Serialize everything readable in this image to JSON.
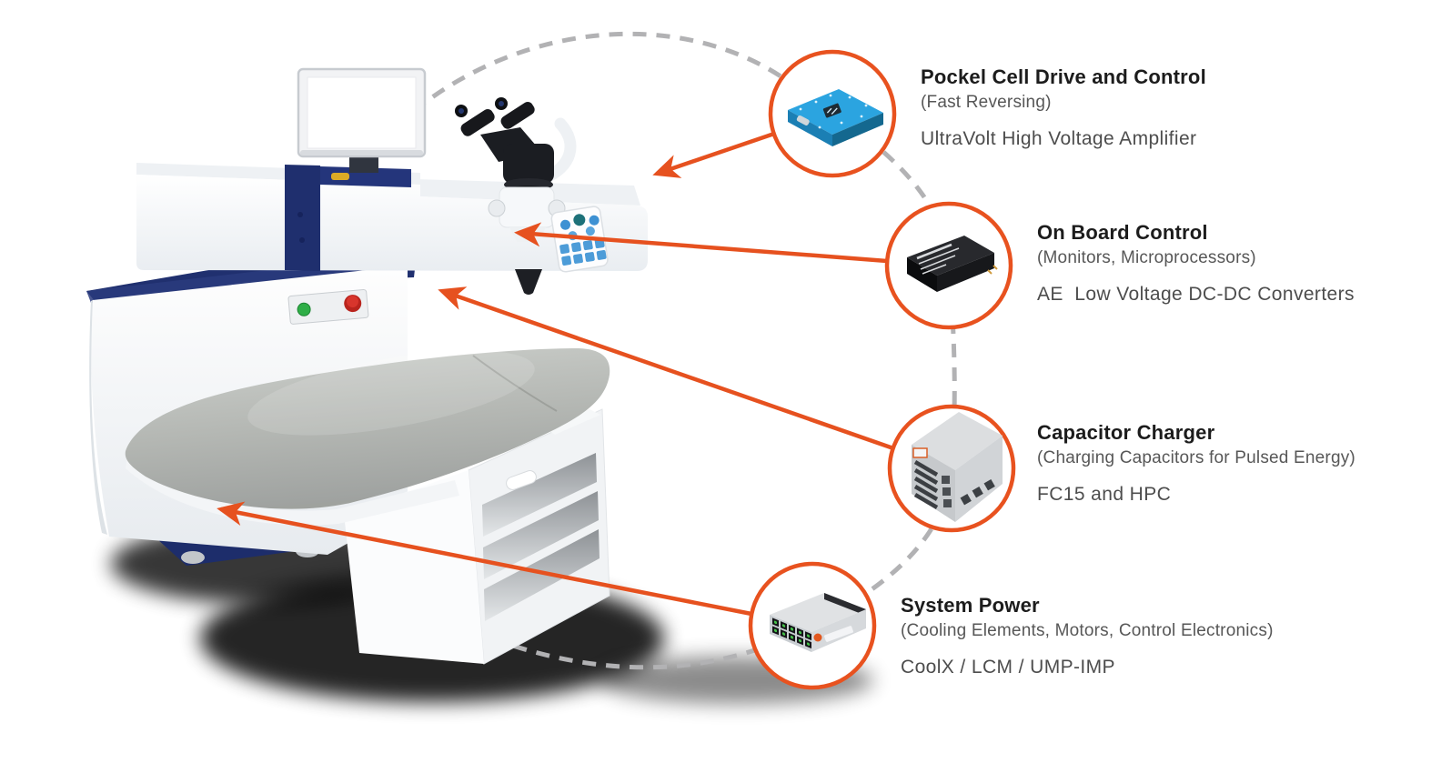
{
  "page": {
    "background_color": "#ffffff",
    "description": "Component callout diagram of an ophthalmic laser system with patient bed"
  },
  "colors": {
    "accent_orange": "#E8521F",
    "arrow_orange": "#E6511F",
    "dashed_line_gray": "#B2B2B4",
    "machine_navy": "#1F2F6E",
    "title_text": "#1C1C1C",
    "subtitle_text": "#575757",
    "product_text": "#4D4D4D",
    "module_blue": "#2BA4E0",
    "bed_cushion_gray": "#B4B7B3"
  },
  "machine": {
    "label": "ophthalmic-laser-system-with-patient-bed",
    "features": [
      "display-monitor",
      "binocular-microscope",
      "control-keypad",
      "laser-delivery-arm",
      "console-cabinet",
      "emergency-stop-button",
      "power-button",
      "patient-bed",
      "drawer-cabinet"
    ]
  },
  "callouts": [
    {
      "id": "pockel-cell",
      "icon": "ultravolt-amplifier-module-icon",
      "title": "Pockel Cell Drive and Control",
      "subtitle": "(Fast Reversing)",
      "products": "UltraVolt High Voltage Amplifier"
    },
    {
      "id": "on-board-control",
      "icon": "dc-dc-converter-module-icon",
      "title": "On Board Control",
      "subtitle": "(Monitors, Microprocessors)",
      "products": "AE  Low Voltage DC-DC Converters"
    },
    {
      "id": "capacitor-charger",
      "icon": "capacitor-charger-supply-icon",
      "title": "Capacitor Charger",
      "subtitle": "(Charging Capacitors for Pulsed Energy)",
      "products": "FC15 and HPC"
    },
    {
      "id": "system-power",
      "icon": "modular-power-supply-icon",
      "title": "System Power",
      "subtitle": "(Cooling Elements, Motors, Control Electronics)",
      "products": "CoolX / LCM / UMP-IMP"
    }
  ]
}
